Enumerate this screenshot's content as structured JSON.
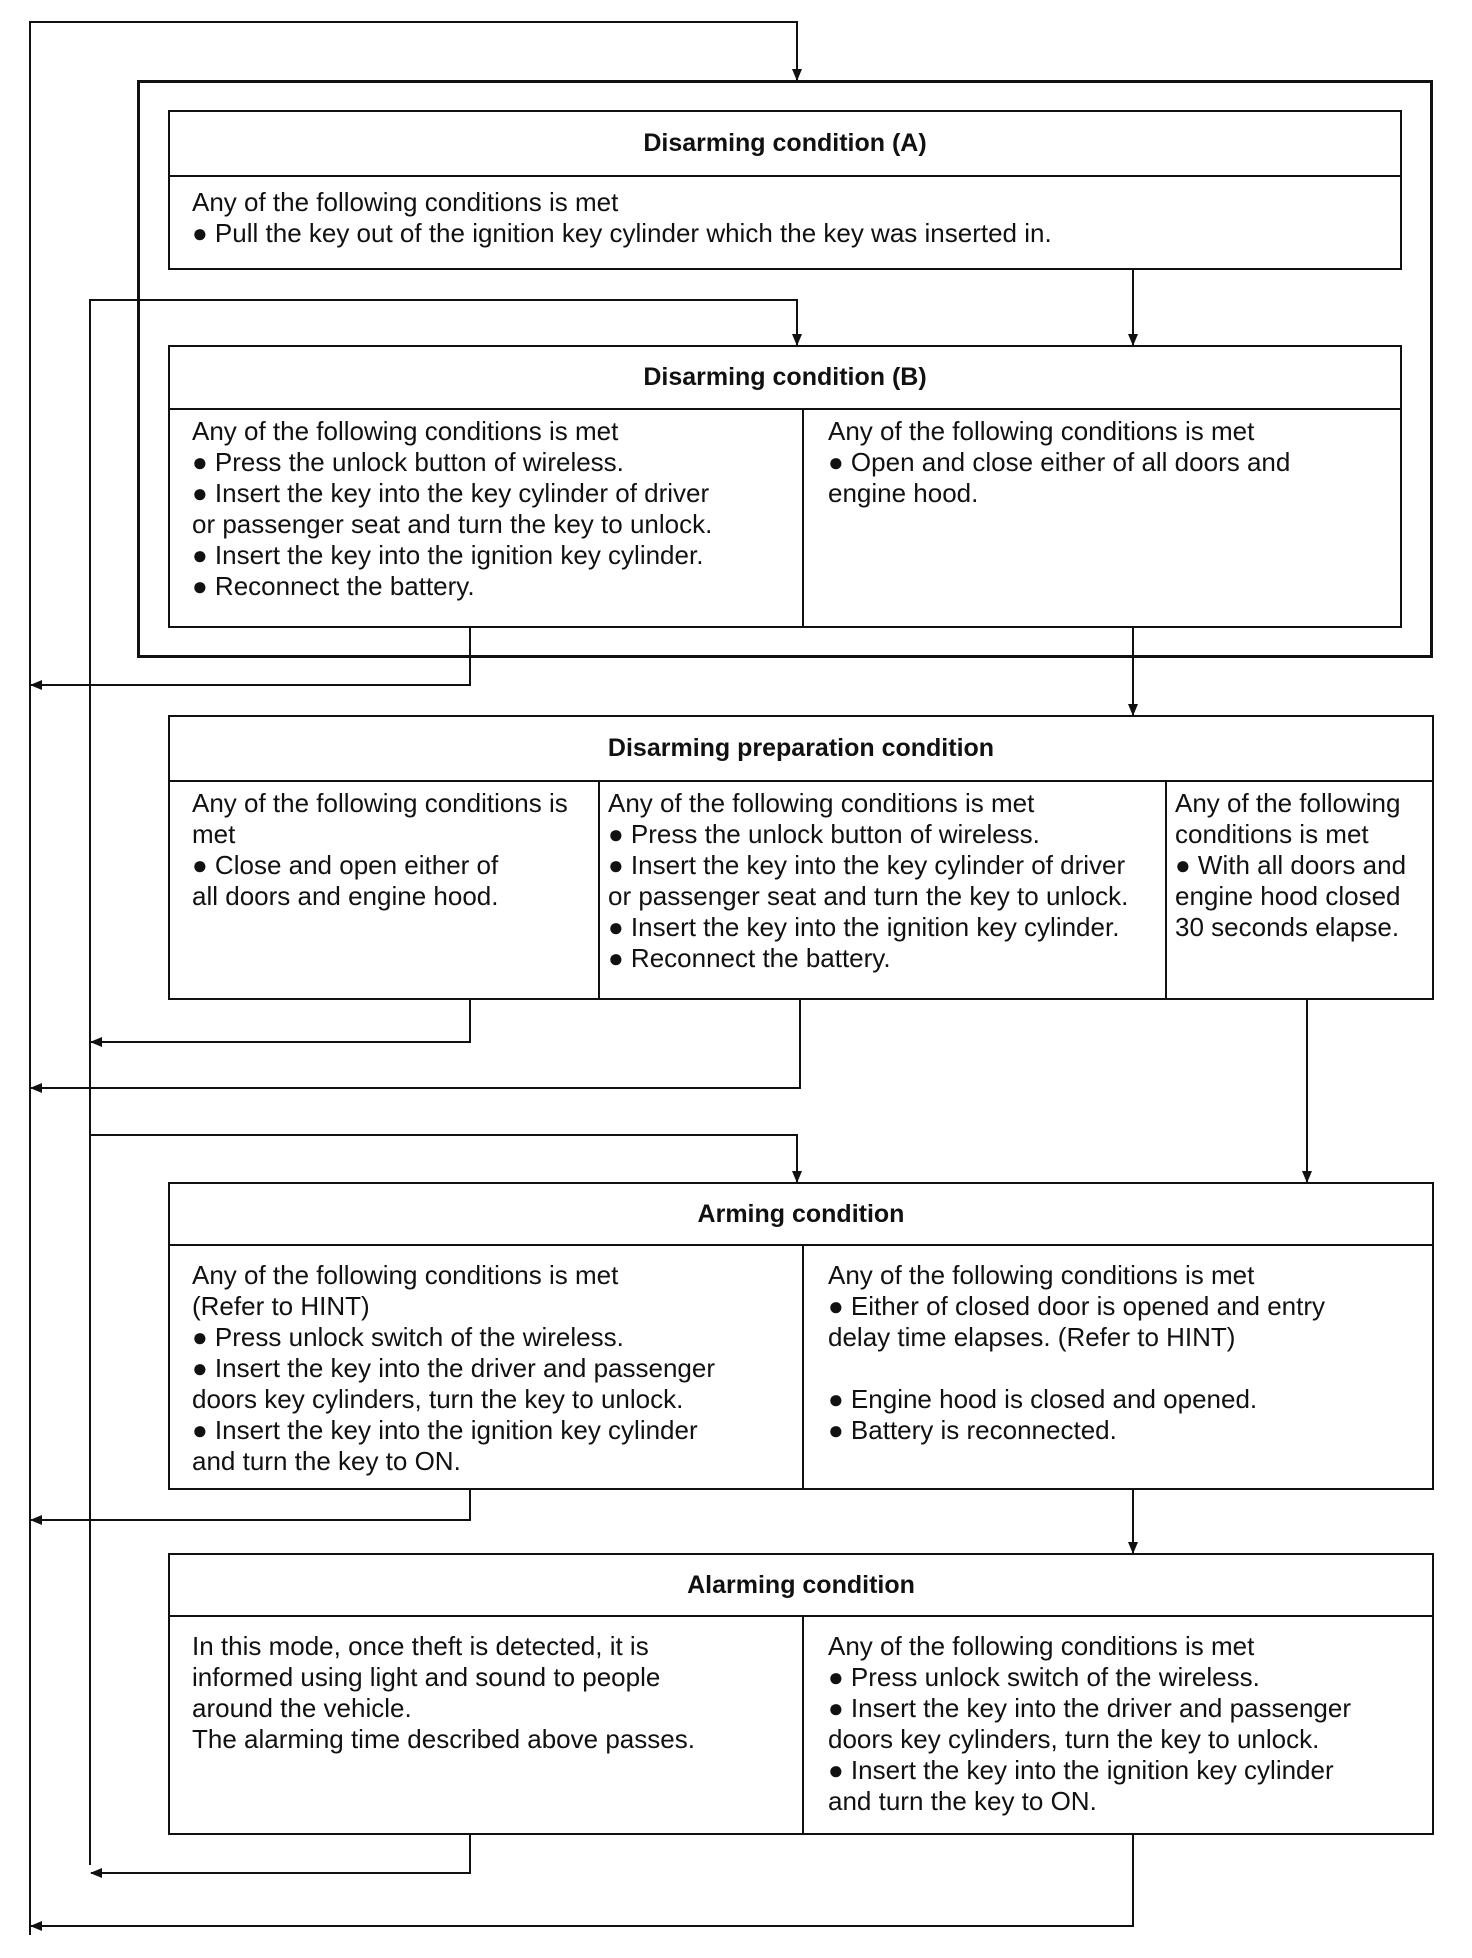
{
  "outer_frame_label": "",
  "disarming_a": {
    "title": "Disarming condition (A)",
    "cells": [
      [
        "Any of the following conditions is met",
        "● Pull the key out of the ignition key cylinder which the key was inserted in."
      ]
    ]
  },
  "disarming_b": {
    "title": "Disarming condition (B)",
    "cells": [
      [
        "Any of the following conditions is met",
        "● Press the unlock button of wireless.",
        "● Insert the key into the key cylinder of driver",
        "or passenger seat and turn the key to unlock.",
        "● Insert the key into the ignition key cylinder.",
        "● Reconnect the battery."
      ],
      [
        "Any of the following conditions is met",
        "● Open and close either of all doors and",
        "engine hood."
      ]
    ]
  },
  "disarming_prep": {
    "title": "Disarming preparation condition",
    "cells": [
      [
        "Any of the following conditions is",
        "met",
        "● Close and open either of",
        "all doors and engine hood."
      ],
      [
        "Any of the following conditions is met",
        "● Press the unlock button of wireless.",
        "● Insert the key into the key cylinder of driver",
        "or passenger seat and turn the key to unlock.",
        "● Insert the key into the ignition key cylinder.",
        "● Reconnect the battery."
      ],
      [
        "Any of the following",
        "conditions is met",
        "● With all doors and",
        "engine hood closed",
        "30 seconds elapse."
      ]
    ]
  },
  "arming": {
    "title": "Arming condition",
    "cells": [
      [
        "Any of the following conditions is met",
        " (Refer to HINT)",
        "● Press unlock switch of the wireless.",
        "● Insert the key into the driver and passenger",
        "doors key cylinders, turn the key to unlock.",
        "● Insert the key into the ignition key cylinder",
        "and turn the key to ON."
      ],
      [
        "Any of the following conditions is met",
        "● Either of closed door is opened and entry",
        "delay time elapses. (Refer to HINT)",
        "",
        "● Engine hood is closed and opened.",
        "● Battery is reconnected."
      ]
    ]
  },
  "alarming": {
    "title": "Alarming condition",
    "cells": [
      [
        "In this mode, once theft is detected, it is",
        "informed using light and sound to people",
        "around the vehicle.",
        "The alarming time described above passes."
      ],
      [
        "Any of the following conditions is met",
        "● Press unlock switch of the wireless.",
        "● Insert the key into the driver and passenger",
        "doors key cylinders, turn the key to unlock.",
        "● Insert the key into the ignition key cylinder",
        "and turn the key to ON."
      ]
    ]
  },
  "colors": {
    "ink": "#111111",
    "background": "#ffffff"
  }
}
